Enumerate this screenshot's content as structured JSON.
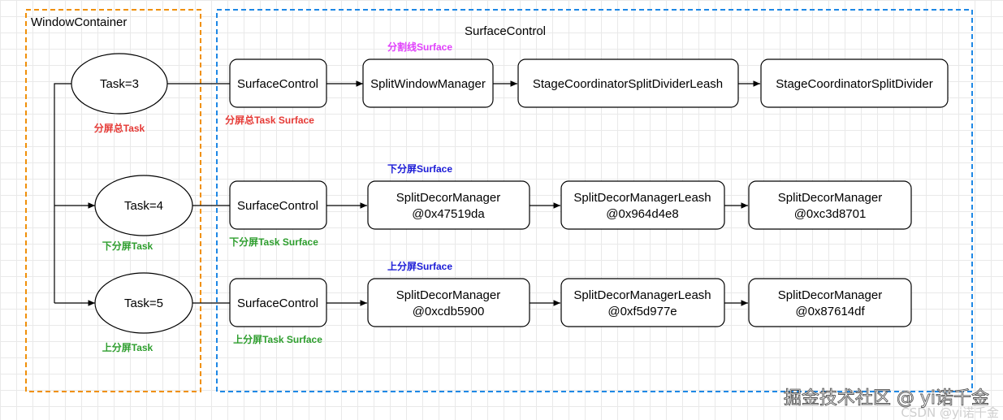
{
  "containers": {
    "window_container": "WindowContainer",
    "surface_control": "SurfaceControl"
  },
  "tasks": {
    "task3": "Task=3",
    "task4": "Task=4",
    "task5": "Task=5"
  },
  "task_labels": {
    "task3": "分屏总Task",
    "task4": "下分屏Task",
    "task5": "上分屏Task"
  },
  "row1": {
    "surface": "SurfaceControl",
    "surface_label": "分屏总Task Surface",
    "header": "分割线Surface",
    "n1": "SplitWindowManager",
    "n2": "StageCoordinatorSplitDividerLeash",
    "n3": "StageCoordinatorSplitDivider"
  },
  "row2": {
    "surface": "SurfaceControl",
    "surface_label": "下分屏Task Surface",
    "header": "下分屏Surface",
    "n1": {
      "name": "SplitDecorManager",
      "addr": "@0x47519da"
    },
    "n2": {
      "name": "SplitDecorManagerLeash",
      "addr": "@0x964d4e8"
    },
    "n3": {
      "name": "SplitDecorManager",
      "addr": "@0xc3d8701"
    }
  },
  "row3": {
    "surface": "SurfaceControl",
    "surface_label": "上分屏Task Surface",
    "header": "上分屏Surface",
    "n1": {
      "name": "SplitDecorManager",
      "addr": "@0xcdb5900"
    },
    "n2": {
      "name": "SplitDecorManagerLeash",
      "addr": "@0xf5d977e"
    },
    "n3": {
      "name": "SplitDecorManager",
      "addr": "@0x87614df"
    }
  },
  "watermark": {
    "line1": "掘金技术社区 @ yi诺千金",
    "line2": "CSDN @yi诺千金"
  },
  "colors": {
    "window_container_border": "#f0900a",
    "surface_control_border": "#1e88e5",
    "magenta_label": "#e040fb",
    "red_label": "#e53935",
    "green_label": "#2e9e2e",
    "blue_label": "#1a1ad6"
  }
}
